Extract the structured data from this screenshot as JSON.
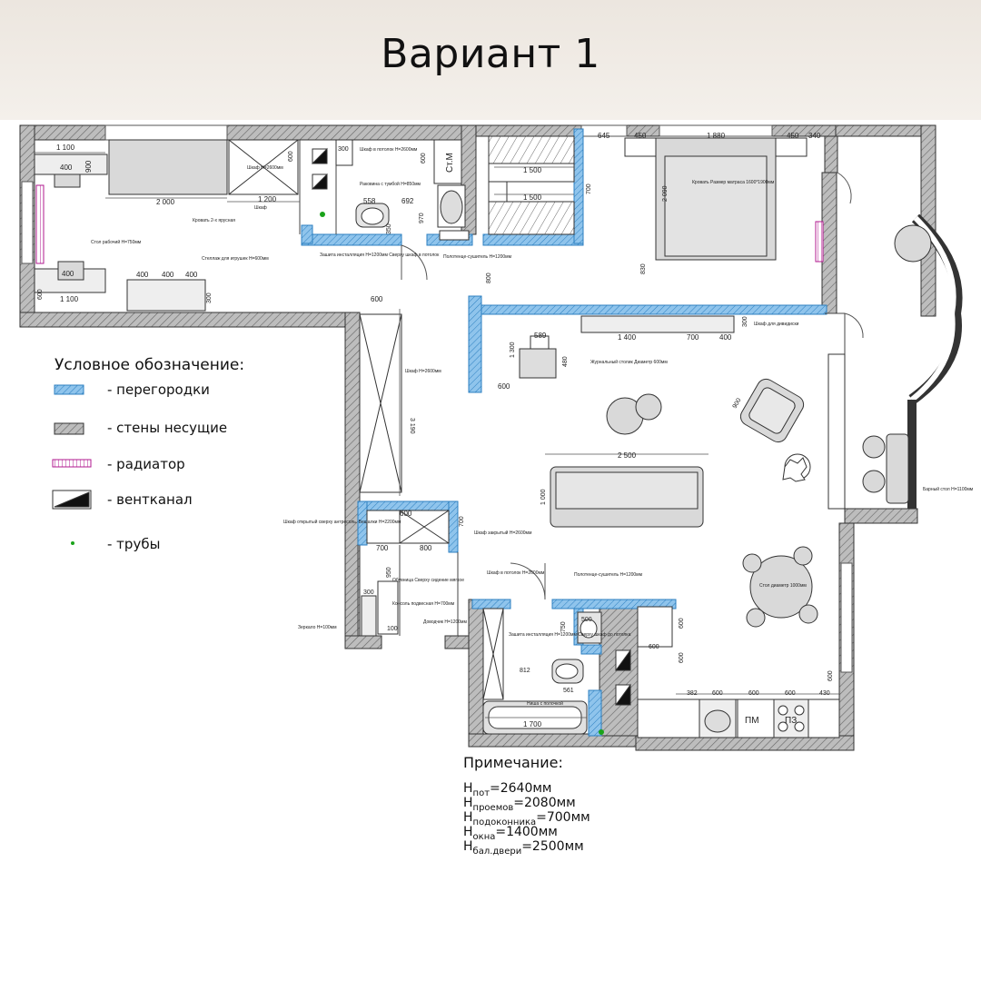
{
  "title": "Вариант 1",
  "legend": {
    "title": "Условное обозначение:",
    "items": [
      {
        "label": "- перегородки",
        "kind": "partition",
        "color": "#6aa9d8"
      },
      {
        "label": "- стены несущие",
        "kind": "wall",
        "color": "#9a9a9a"
      },
      {
        "label": "- радиатор",
        "kind": "radiator",
        "color": "#b0188f"
      },
      {
        "label": "- вентканал",
        "kind": "vent",
        "color": "#111111"
      },
      {
        "label": "- трубы",
        "kind": "pipe",
        "color": "#1aa31a"
      }
    ]
  },
  "note": {
    "title": "Примечание:",
    "lines": [
      {
        "main": "H",
        "sub": "пот",
        "value": "=2640мм"
      },
      {
        "main": "H",
        "sub": "проемов",
        "value": "=2080мм"
      },
      {
        "main": "H",
        "sub": "подоконника",
        "value": "=700мм"
      },
      {
        "main": "H",
        "sub": "окна",
        "value": "=1400мм"
      },
      {
        "main": "H",
        "sub": "бал.двери",
        "value": "=2500мм"
      }
    ]
  },
  "labels": {
    "bed_kids": "Кровать 2-х ярусная",
    "desk": "Стол рабочий Н=750мм",
    "toy_shelves": "Стеллаж для игрушек Н=600мм",
    "wardrobe_kids": "Шкаф Н=2600мм",
    "wardrobe_short": "Шкаф",
    "ceiling_wardrobe": "Шкаф в потолок Н=2600мм",
    "sink_cabinet": "Раковина с тумбой Н=850мм",
    "install": "Зашита инсталляция Н=1200мм Сверху шкаф в потолок",
    "towel": "Полотенце-сушитель Н=1200мм",
    "bed_master": "Кровать Размер матраса 1600*1900мм",
    "cabinet": "Шкаф для дивидиски",
    "coffee": "Журнальный столик Диаметр 600мм",
    "hall_wardrobe": "Шкаф Н=2600мм",
    "open_wardrobe": "Шкаф открытый сверху антресоль. Вешалки Н=2200мм",
    "closed_wardrobe": "Шкаф закрытый Н=2600мм",
    "shoe": "Обувница Сверху сидение мягкое",
    "console": "Консоль подвесная Н=700мм",
    "mirror": "Зеркало Н=100мм",
    "bath_wardrobe": "Шкаф в потолок Н=2600мм",
    "towel2": "Полотенце-сушитель Н=1200мм",
    "install2": "Зашита инсталляция Н=1200мм Сверху шкаф до потолка",
    "niche": "Ниша с полочкой",
    "doorbell": "Доводчик Н=1200мм",
    "bar_table": "Барный стол Н=1100мм",
    "table": "Стол диаметр 1000мм",
    "st_m": "Ст.М",
    "pm": "ПМ",
    "stove": "ПЗ"
  },
  "dimensions": {
    "d1100a": "1 100",
    "d400a": "400",
    "d900": "900",
    "d2000": "2 000",
    "d1200": "1 200",
    "d600a": "600",
    "d600b": "600",
    "d400b": "400",
    "d400c": "400",
    "d400d": "400",
    "d1100b": "1 100",
    "d300a": "300",
    "d600c": "600",
    "d645": "645",
    "d450a": "450",
    "d1880": "1 880",
    "d450b": "450",
    "d340": "340",
    "d1500a": "1 500",
    "d1500b": "1 500",
    "d2090": "2 090",
    "d700a": "700",
    "d830": "830",
    "d558": "558",
    "d692": "692",
    "d970": "970",
    "d350": "350",
    "d800a": "800",
    "d589": "589",
    "d1300": "1 300",
    "d600d": "600",
    "d480": "480",
    "d1400": "1 400",
    "d700b": "700",
    "d400e": "400",
    "d300b": "300",
    "d3190": "3 190",
    "d600e": "600",
    "d2500": "2 500",
    "d1000": "1 000",
    "d900b": "900",
    "d700c": "700",
    "d800b": "800",
    "d600f": "600",
    "d700d": "700",
    "d950": "950",
    "d300c": "300",
    "d100": "100",
    "d1700": "1 700",
    "d812": "812",
    "d561": "561",
    "d750": "750",
    "d600g": "600",
    "d500": "500",
    "d382": "382",
    "d600h": "600",
    "d600i": "600",
    "d600j": "600",
    "d430": "430",
    "d600k": "600",
    "d600l": "600",
    "d600m": "600"
  }
}
